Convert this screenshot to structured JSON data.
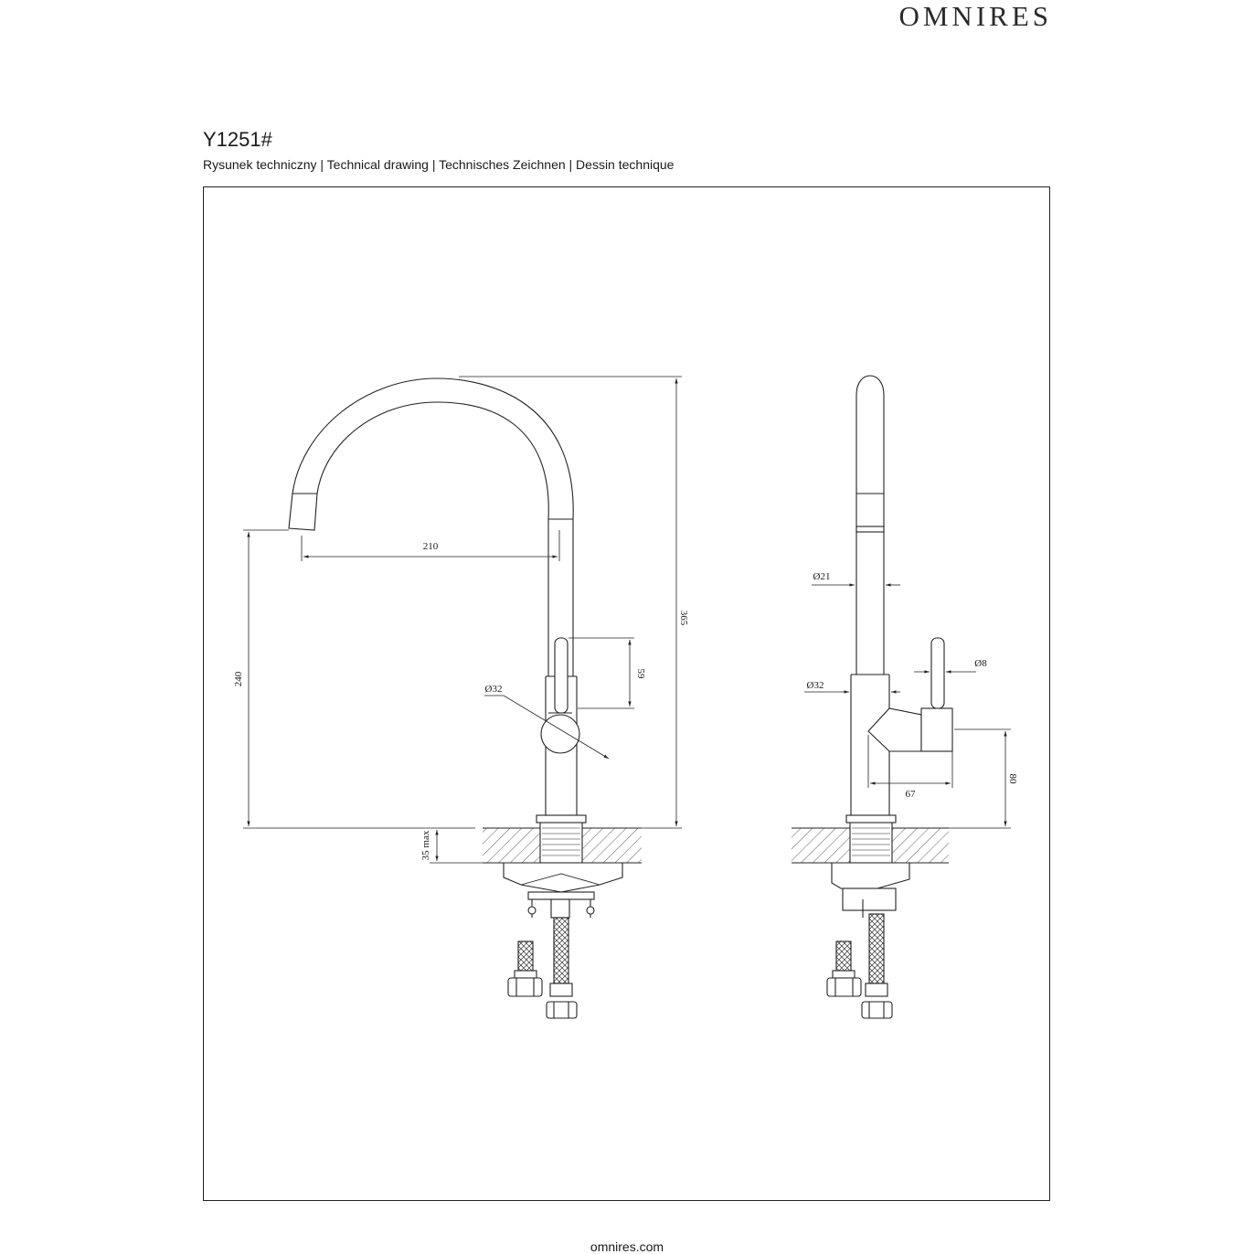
{
  "brand": "OMNIRES",
  "model": "Y1251#",
  "subtitle": "Rysunek techniczny | Technical drawing | Technisches Zeichnen | Dessin technique",
  "footer": "omnires.com",
  "dimensions": {
    "front_reach": "210",
    "front_spout_height": "240",
    "front_total_height": "365",
    "front_handle_height": "59",
    "front_body_diameter": "Ø32",
    "front_countertop": "35 max",
    "side_spout_diameter": "Ø21",
    "side_lever_diameter": "Ø8",
    "side_body_diameter": "Ø32",
    "side_handle_reach": "67",
    "side_handle_height": "80"
  }
}
